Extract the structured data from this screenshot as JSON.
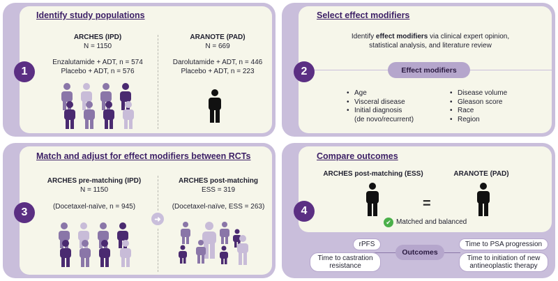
{
  "panel1": {
    "step": "1",
    "title": "Identify study populations",
    "left": {
      "name": "ARCHES (IPD)",
      "n": "N = 1150",
      "arm1": "Enzalutamide + ADT, n = 574",
      "arm2": "Placebo + ADT, n = 576"
    },
    "right": {
      "name": "ARANOTE (PAD)",
      "n": "N = 669",
      "arm1": "Darolutamide + ADT, n = 446",
      "arm2": "Placebo + ADT, n = 223"
    }
  },
  "panel2": {
    "step": "2",
    "title": "Select effect modifiers",
    "desc_pre": "Identify ",
    "desc_bold": "effect modifiers",
    "desc_post": " via clinical expert opinion,",
    "desc_line2": "statistical analysis, and literature review",
    "pill": "Effect modifiers",
    "left_list": [
      "Age",
      "Visceral disease",
      "Initial diagnosis",
      "(de novo/recurrent)"
    ],
    "right_list": [
      "Disease volume",
      "Gleason score",
      "Race",
      "Region"
    ]
  },
  "panel3": {
    "step": "3",
    "title": "Match and adjust for effect modifiers between RCTs",
    "left": {
      "name": "ARCHES pre-matching (IPD)",
      "n": "N = 1150",
      "sub": "(Docetaxel-naïve, n = 945)"
    },
    "right": {
      "name": "ARCHES post-matching",
      "n": "ESS = 319",
      "sub": "(Docetaxel-naïve, ESS = 263)"
    }
  },
  "panel4": {
    "step": "4",
    "title": "Compare outcomes",
    "left_name": "ARCHES post-matching (ESS)",
    "right_name": "ARANOTE (PAD)",
    "equals": "=",
    "matched": "Matched and balanced",
    "outcomes_pill": "Outcomes",
    "outcomes": [
      "rPFS",
      "Time to castration resistance",
      "Time to PSA progression",
      "Time to initiation of new antineoplastic therapy"
    ]
  },
  "colors": {
    "accent": "#5b2f83",
    "panel_border": "#c9bedb",
    "pill": "#b5a6cc",
    "panel_bg": "#f6f6ea",
    "check": "#4bb04a"
  },
  "icons": [
    "person-icon",
    "arrow-right-icon",
    "check-icon"
  ]
}
